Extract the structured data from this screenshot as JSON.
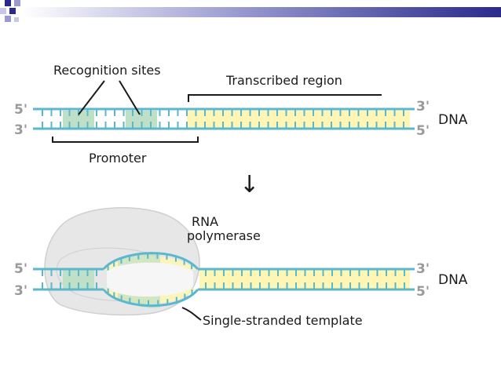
{
  "colors": {
    "header_dark": "#2a2a8c",
    "strand_blue": "#5bb8cc",
    "promoter_fill": "#bfe0c6",
    "transcribed_fill": "#fff5b5",
    "polymerase_fill": "#e7e7e7",
    "ink": "#1a1a1a",
    "strand_label": "#9a9a9a"
  },
  "labels": {
    "recognition_sites": "Recognition sites",
    "transcribed_region": "Transcribed region",
    "promoter": "Promoter",
    "dna_top": "DNA",
    "dna_bottom": "DNA",
    "rna": "RNA",
    "polymerase": "polymerase",
    "single_stranded_template": "Single-stranded template",
    "arrow": "↓"
  },
  "strand_ends": {
    "top_left_5": "5'",
    "top_left_3": "3'",
    "top_right_3": "3'",
    "top_right_5": "5'",
    "bottom_left_5": "5'",
    "bottom_left_3": "3'",
    "bottom_right_3": "3'",
    "bottom_right_5": "5'"
  },
  "icons": {
    "header_mosaic": "pixel-squares-decoration",
    "process_arrow": "down-arrow"
  }
}
